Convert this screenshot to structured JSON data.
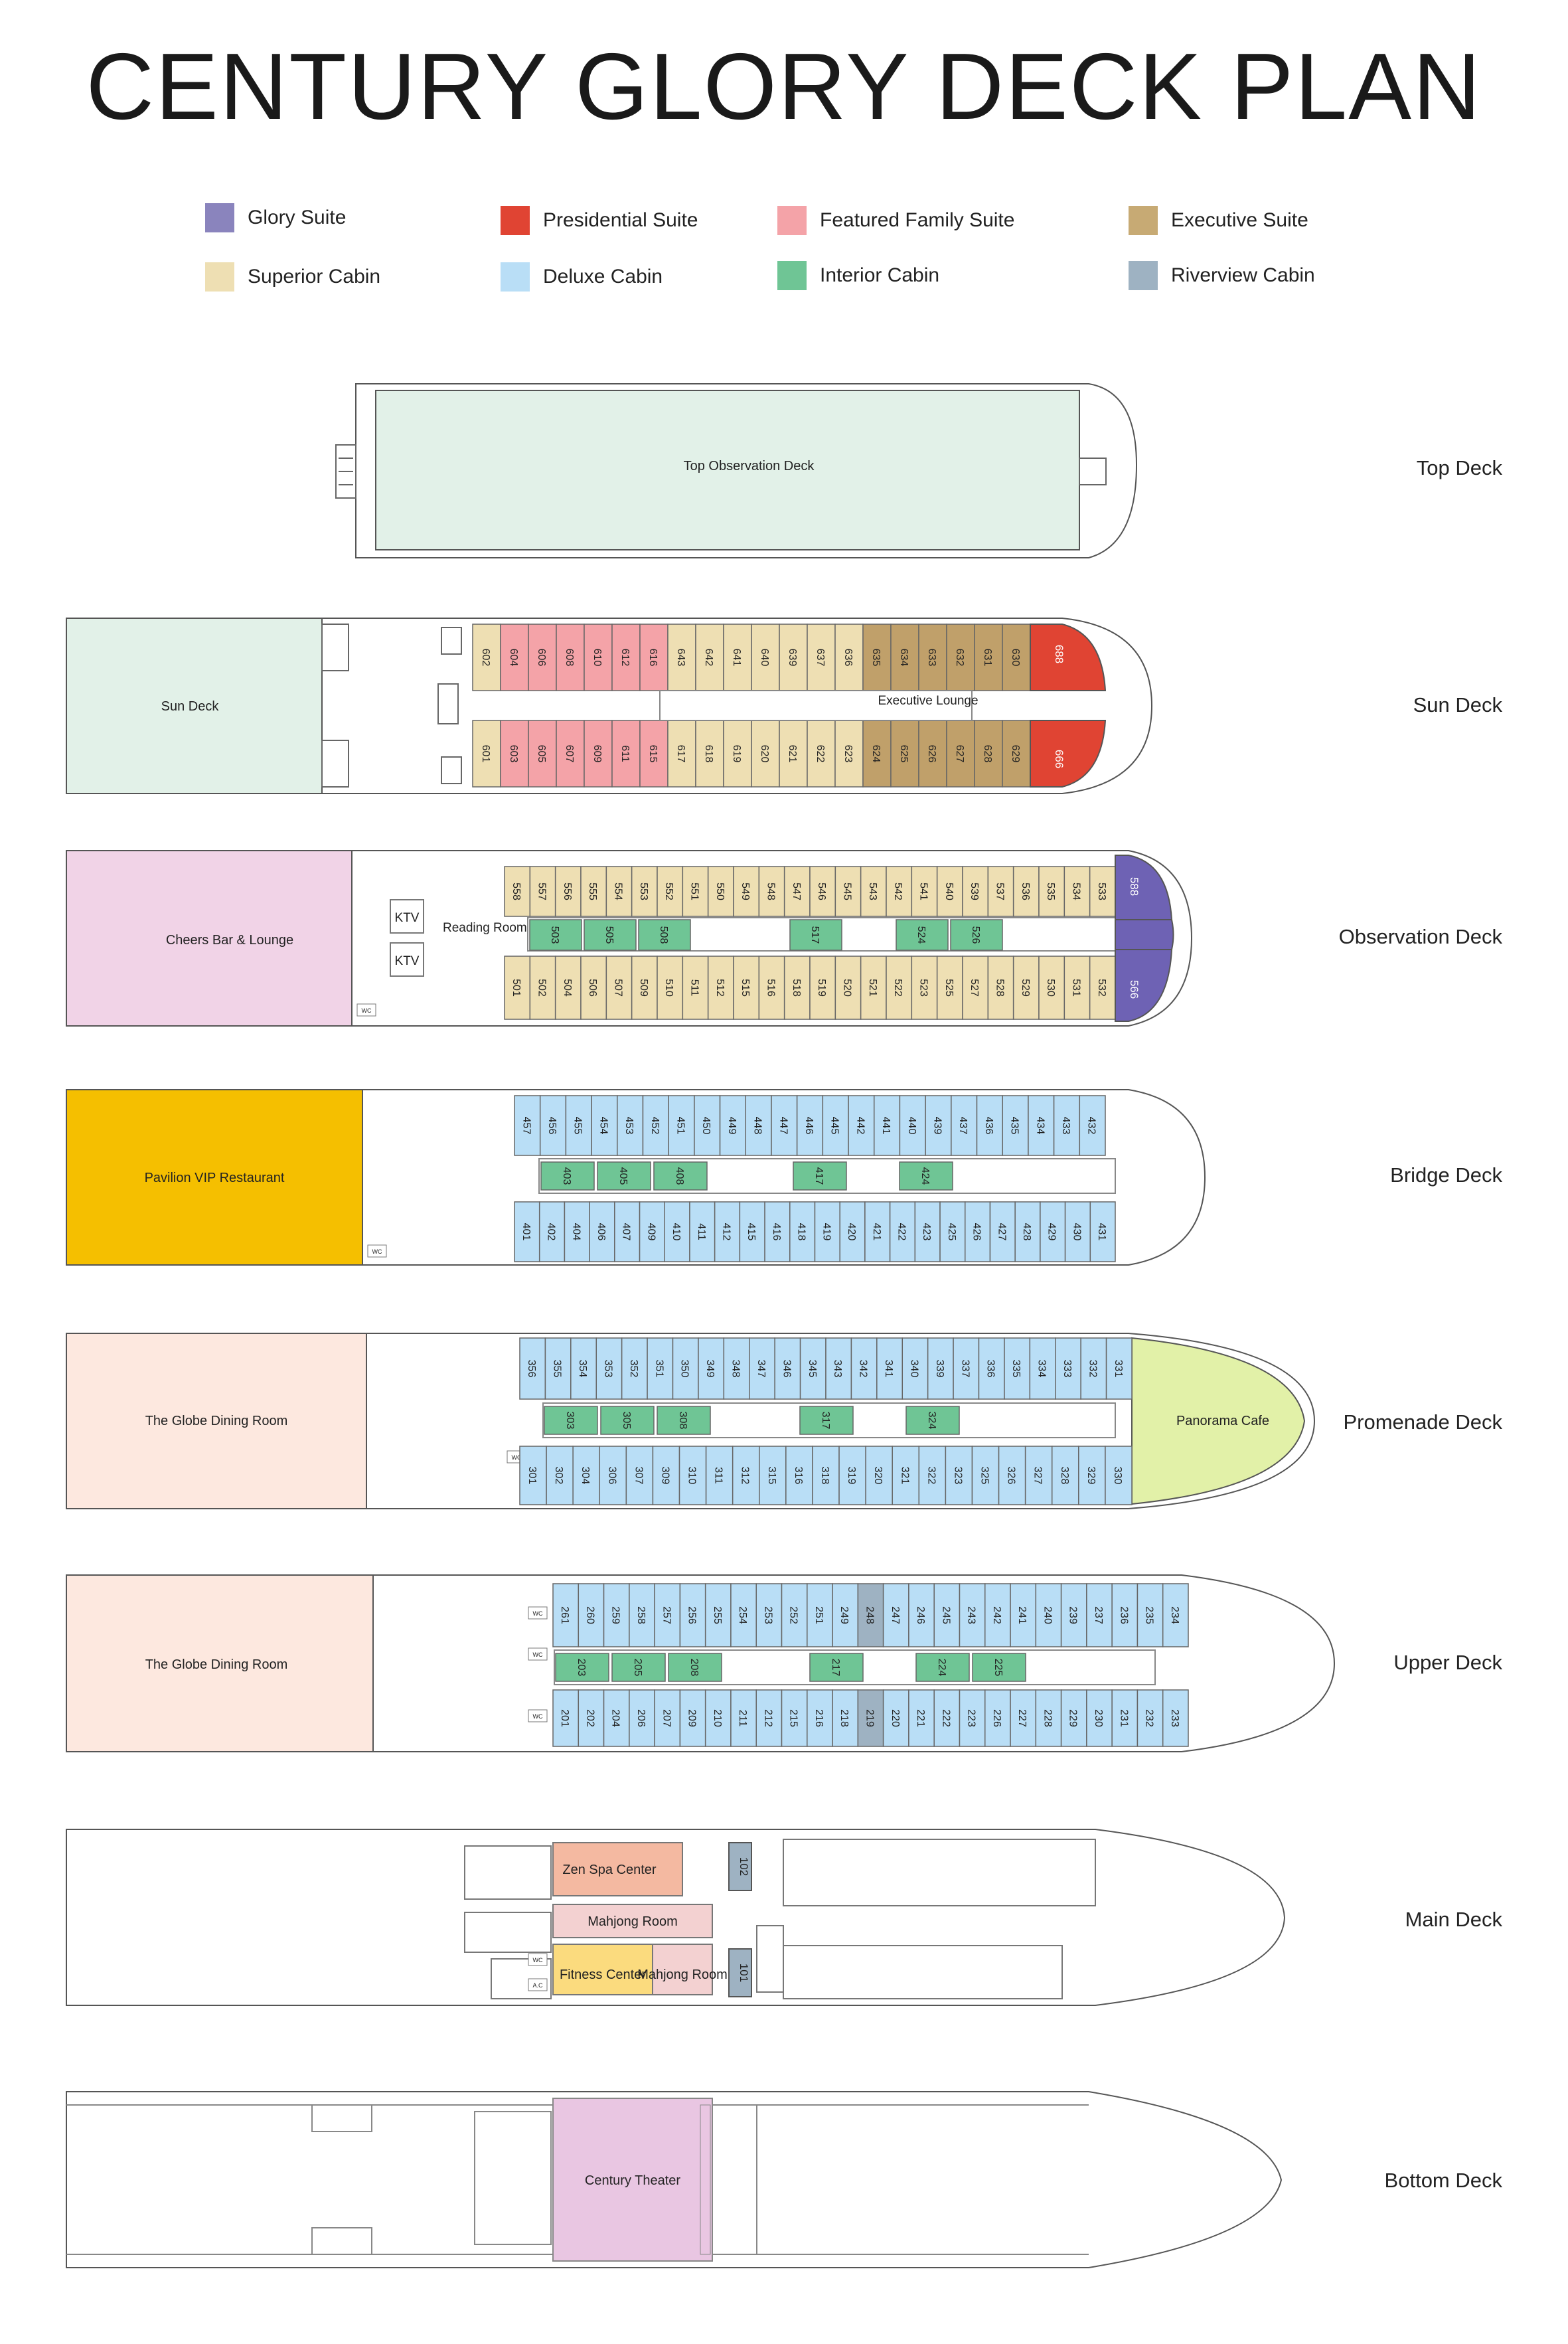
{
  "title": "CENTURY GLORY DECK PLAN",
  "legend": [
    {
      "label": "Glory  Suite",
      "color": "#8a84bd"
    },
    {
      "label": "Presidential Suite",
      "color": "#e04433"
    },
    {
      "label": "Featured Family Suite",
      "color": "#f4a3a8"
    },
    {
      "label": "Executive Suite",
      "color": "#c7aa74"
    },
    {
      "label": "Superior Cabin",
      "color": "#eedfb3"
    },
    {
      "label": "Deluxe Cabin",
      "color": "#b9def6"
    },
    {
      "label": "Interior Cabin",
      "color": "#6fc595"
    },
    {
      "label": "Riverview Cabin",
      "color": "#9eb2c2"
    }
  ],
  "colors": {
    "glory": "#6e62b4",
    "presidential": "#e04433",
    "family": "#f4a3a8",
    "executive": "#c0a06a",
    "superior": "#eedfb3",
    "deluxe": "#b9def6",
    "interior": "#6fc595",
    "riverview": "#9eb2c2",
    "top_obs": "#e2f1e8",
    "sun_deck": "#e2f1e8",
    "cheers": "#f1d3e7",
    "pavilion": "#f5bf00",
    "globe": "#fde8df",
    "panorama": "#e2f1a8",
    "spa": "#f4b9a1",
    "mahjong": "#f3d1d1",
    "fitness": "#fbdb7e",
    "theater": "#e9c6e2",
    "stroke": "#555555"
  },
  "decks": [
    {
      "name": "Top Deck",
      "areas": [
        "Top Observation Deck"
      ]
    },
    {
      "name": "Sun Deck",
      "areas": [
        "Sun Deck",
        "Executive Lounge"
      ],
      "top_cabins": [
        {
          "n": "602",
          "t": "superior"
        },
        {
          "n": "604",
          "t": "family"
        },
        {
          "n": "606",
          "t": "family"
        },
        {
          "n": "608",
          "t": "family"
        },
        {
          "n": "610",
          "t": "family"
        },
        {
          "n": "612",
          "t": "family"
        },
        {
          "n": "616",
          "t": "family"
        },
        {
          "n": "643",
          "t": "superior"
        },
        {
          "n": "642",
          "t": "superior"
        },
        {
          "n": "641",
          "t": "superior"
        },
        {
          "n": "640",
          "t": "superior"
        },
        {
          "n": "639",
          "t": "superior"
        },
        {
          "n": "637",
          "t": "superior"
        },
        {
          "n": "636",
          "t": "superior"
        },
        {
          "n": "635",
          "t": "executive"
        },
        {
          "n": "634",
          "t": "executive"
        },
        {
          "n": "633",
          "t": "executive"
        },
        {
          "n": "632",
          "t": "executive"
        },
        {
          "n": "631",
          "t": "executive"
        },
        {
          "n": "630",
          "t": "executive"
        }
      ],
      "bottom_cabins": [
        {
          "n": "601",
          "t": "superior"
        },
        {
          "n": "603",
          "t": "family"
        },
        {
          "n": "605",
          "t": "family"
        },
        {
          "n": "607",
          "t": "family"
        },
        {
          "n": "609",
          "t": "family"
        },
        {
          "n": "611",
          "t": "family"
        },
        {
          "n": "615",
          "t": "family"
        },
        {
          "n": "617",
          "t": "superior"
        },
        {
          "n": "618",
          "t": "superior"
        },
        {
          "n": "619",
          "t": "superior"
        },
        {
          "n": "620",
          "t": "superior"
        },
        {
          "n": "621",
          "t": "superior"
        },
        {
          "n": "622",
          "t": "superior"
        },
        {
          "n": "623",
          "t": "superior"
        },
        {
          "n": "624",
          "t": "executive"
        },
        {
          "n": "625",
          "t": "executive"
        },
        {
          "n": "626",
          "t": "executive"
        },
        {
          "n": "627",
          "t": "executive"
        },
        {
          "n": "628",
          "t": "executive"
        },
        {
          "n": "629",
          "t": "executive"
        }
      ],
      "bow_top": "688",
      "bow_bottom": "666"
    },
    {
      "name": "Observation Deck",
      "areas": [
        "Cheers Bar & Lounge",
        "KTV",
        "KTV",
        "Reading Room",
        "WC"
      ],
      "top_cabins": [
        {
          "n": "558",
          "t": "superior"
        },
        {
          "n": "557",
          "t": "superior"
        },
        {
          "n": "556",
          "t": "superior"
        },
        {
          "n": "555",
          "t": "superior"
        },
        {
          "n": "554",
          "t": "superior"
        },
        {
          "n": "553",
          "t": "superior"
        },
        {
          "n": "552",
          "t": "superior"
        },
        {
          "n": "551",
          "t": "superior"
        },
        {
          "n": "550",
          "t": "superior"
        },
        {
          "n": "549",
          "t": "superior"
        },
        {
          "n": "548",
          "t": "superior"
        },
        {
          "n": "547",
          "t": "superior"
        },
        {
          "n": "546",
          "t": "superior"
        },
        {
          "n": "545",
          "t": "superior"
        },
        {
          "n": "543",
          "t": "superior"
        },
        {
          "n": "542",
          "t": "superior"
        },
        {
          "n": "541",
          "t": "superior"
        },
        {
          "n": "540",
          "t": "superior"
        },
        {
          "n": "539",
          "t": "superior"
        },
        {
          "n": "537",
          "t": "superior"
        },
        {
          "n": "536",
          "t": "superior"
        },
        {
          "n": "535",
          "t": "superior"
        },
        {
          "n": "534",
          "t": "superior"
        },
        {
          "n": "533",
          "t": "superior"
        }
      ],
      "bottom_cabins": [
        {
          "n": "501",
          "t": "superior"
        },
        {
          "n": "502",
          "t": "superior"
        },
        {
          "n": "504",
          "t": "superior"
        },
        {
          "n": "506",
          "t": "superior"
        },
        {
          "n": "507",
          "t": "superior"
        },
        {
          "n": "509",
          "t": "superior"
        },
        {
          "n": "510",
          "t": "superior"
        },
        {
          "n": "511",
          "t": "superior"
        },
        {
          "n": "512",
          "t": "superior"
        },
        {
          "n": "515",
          "t": "superior"
        },
        {
          "n": "516",
          "t": "superior"
        },
        {
          "n": "518",
          "t": "superior"
        },
        {
          "n": "519",
          "t": "superior"
        },
        {
          "n": "520",
          "t": "superior"
        },
        {
          "n": "521",
          "t": "superior"
        },
        {
          "n": "522",
          "t": "superior"
        },
        {
          "n": "523",
          "t": "superior"
        },
        {
          "n": "525",
          "t": "superior"
        },
        {
          "n": "527",
          "t": "superior"
        },
        {
          "n": "528",
          "t": "superior"
        },
        {
          "n": "529",
          "t": "superior"
        },
        {
          "n": "530",
          "t": "superior"
        },
        {
          "n": "531",
          "t": "superior"
        },
        {
          "n": "532",
          "t": "superior"
        }
      ],
      "interior": [
        "503",
        "505",
        "508",
        "517",
        "524",
        "526"
      ],
      "bow_top": "588",
      "bow_bottom": "566"
    },
    {
      "name": "Bridge Deck",
      "areas": [
        "Pavilion VIP Restaurant",
        "WC"
      ],
      "top_cabins": [
        {
          "n": "457",
          "t": "deluxe"
        },
        {
          "n": "456",
          "t": "deluxe"
        },
        {
          "n": "455",
          "t": "deluxe"
        },
        {
          "n": "454",
          "t": "deluxe"
        },
        {
          "n": "453",
          "t": "deluxe"
        },
        {
          "n": "452",
          "t": "deluxe"
        },
        {
          "n": "451",
          "t": "deluxe"
        },
        {
          "n": "450",
          "t": "deluxe"
        },
        {
          "n": "449",
          "t": "deluxe"
        },
        {
          "n": "448",
          "t": "deluxe"
        },
        {
          "n": "447",
          "t": "deluxe"
        },
        {
          "n": "446",
          "t": "deluxe"
        },
        {
          "n": "445",
          "t": "deluxe"
        },
        {
          "n": "442",
          "t": "deluxe"
        },
        {
          "n": "441",
          "t": "deluxe"
        },
        {
          "n": "440",
          "t": "deluxe"
        },
        {
          "n": "439",
          "t": "deluxe"
        },
        {
          "n": "437",
          "t": "deluxe"
        },
        {
          "n": "436",
          "t": "deluxe"
        },
        {
          "n": "435",
          "t": "deluxe"
        },
        {
          "n": "434",
          "t": "deluxe"
        },
        {
          "n": "433",
          "t": "deluxe"
        },
        {
          "n": "432",
          "t": "deluxe"
        }
      ],
      "bottom_cabins": [
        {
          "n": "401",
          "t": "deluxe"
        },
        {
          "n": "402",
          "t": "deluxe"
        },
        {
          "n": "404",
          "t": "deluxe"
        },
        {
          "n": "406",
          "t": "deluxe"
        },
        {
          "n": "407",
          "t": "deluxe"
        },
        {
          "n": "409",
          "t": "deluxe"
        },
        {
          "n": "410",
          "t": "deluxe"
        },
        {
          "n": "411",
          "t": "deluxe"
        },
        {
          "n": "412",
          "t": "deluxe"
        },
        {
          "n": "415",
          "t": "deluxe"
        },
        {
          "n": "416",
          "t": "deluxe"
        },
        {
          "n": "418",
          "t": "deluxe"
        },
        {
          "n": "419",
          "t": "deluxe"
        },
        {
          "n": "420",
          "t": "deluxe"
        },
        {
          "n": "421",
          "t": "deluxe"
        },
        {
          "n": "422",
          "t": "deluxe"
        },
        {
          "n": "423",
          "t": "deluxe"
        },
        {
          "n": "425",
          "t": "deluxe"
        },
        {
          "n": "426",
          "t": "deluxe"
        },
        {
          "n": "427",
          "t": "deluxe"
        },
        {
          "n": "428",
          "t": "deluxe"
        },
        {
          "n": "429",
          "t": "deluxe"
        },
        {
          "n": "430",
          "t": "deluxe"
        },
        {
          "n": "431",
          "t": "deluxe"
        }
      ],
      "interior": [
        "403",
        "405",
        "408",
        "417",
        "424"
      ]
    },
    {
      "name": "Promenade Deck",
      "areas": [
        "The Globe Dining Room",
        "Panorama Cafe",
        "WC"
      ],
      "top_cabins": [
        {
          "n": "356",
          "t": "deluxe"
        },
        {
          "n": "355",
          "t": "deluxe"
        },
        {
          "n": "354",
          "t": "deluxe"
        },
        {
          "n": "353",
          "t": "deluxe"
        },
        {
          "n": "352",
          "t": "deluxe"
        },
        {
          "n": "351",
          "t": "deluxe"
        },
        {
          "n": "350",
          "t": "deluxe"
        },
        {
          "n": "349",
          "t": "deluxe"
        },
        {
          "n": "348",
          "t": "deluxe"
        },
        {
          "n": "347",
          "t": "deluxe"
        },
        {
          "n": "346",
          "t": "deluxe"
        },
        {
          "n": "345",
          "t": "deluxe"
        },
        {
          "n": "343",
          "t": "deluxe"
        },
        {
          "n": "342",
          "t": "deluxe"
        },
        {
          "n": "341",
          "t": "deluxe"
        },
        {
          "n": "340",
          "t": "deluxe"
        },
        {
          "n": "339",
          "t": "deluxe"
        },
        {
          "n": "337",
          "t": "deluxe"
        },
        {
          "n": "336",
          "t": "deluxe"
        },
        {
          "n": "335",
          "t": "deluxe"
        },
        {
          "n": "334",
          "t": "deluxe"
        },
        {
          "n": "333",
          "t": "deluxe"
        },
        {
          "n": "332",
          "t": "deluxe"
        },
        {
          "n": "331",
          "t": "deluxe"
        }
      ],
      "bottom_cabins": [
        {
          "n": "301",
          "t": "deluxe"
        },
        {
          "n": "302",
          "t": "deluxe"
        },
        {
          "n": "304",
          "t": "deluxe"
        },
        {
          "n": "306",
          "t": "deluxe"
        },
        {
          "n": "307",
          "t": "deluxe"
        },
        {
          "n": "309",
          "t": "deluxe"
        },
        {
          "n": "310",
          "t": "deluxe"
        },
        {
          "n": "311",
          "t": "deluxe"
        },
        {
          "n": "312",
          "t": "deluxe"
        },
        {
          "n": "315",
          "t": "deluxe"
        },
        {
          "n": "316",
          "t": "deluxe"
        },
        {
          "n": "318",
          "t": "deluxe"
        },
        {
          "n": "319",
          "t": "deluxe"
        },
        {
          "n": "320",
          "t": "deluxe"
        },
        {
          "n": "321",
          "t": "deluxe"
        },
        {
          "n": "322",
          "t": "deluxe"
        },
        {
          "n": "323",
          "t": "deluxe"
        },
        {
          "n": "325",
          "t": "deluxe"
        },
        {
          "n": "326",
          "t": "deluxe"
        },
        {
          "n": "327",
          "t": "deluxe"
        },
        {
          "n": "328",
          "t": "deluxe"
        },
        {
          "n": "329",
          "t": "deluxe"
        },
        {
          "n": "330",
          "t": "deluxe"
        }
      ],
      "interior": [
        "303",
        "305",
        "308",
        "317",
        "324"
      ]
    },
    {
      "name": "Upper Deck",
      "areas": [
        "The Globe Dining Room",
        "WC",
        "WC",
        "WC"
      ],
      "top_cabins": [
        {
          "n": "261",
          "t": "deluxe"
        },
        {
          "n": "260",
          "t": "deluxe"
        },
        {
          "n": "259",
          "t": "deluxe"
        },
        {
          "n": "258",
          "t": "deluxe"
        },
        {
          "n": "257",
          "t": "deluxe"
        },
        {
          "n": "256",
          "t": "deluxe"
        },
        {
          "n": "255",
          "t": "deluxe"
        },
        {
          "n": "254",
          "t": "deluxe"
        },
        {
          "n": "253",
          "t": "deluxe"
        },
        {
          "n": "252",
          "t": "deluxe"
        },
        {
          "n": "251",
          "t": "deluxe"
        },
        {
          "n": "249",
          "t": "deluxe"
        },
        {
          "n": "248",
          "t": "riverview"
        },
        {
          "n": "247",
          "t": "deluxe"
        },
        {
          "n": "246",
          "t": "deluxe"
        },
        {
          "n": "245",
          "t": "deluxe"
        },
        {
          "n": "243",
          "t": "deluxe"
        },
        {
          "n": "242",
          "t": "deluxe"
        },
        {
          "n": "241",
          "t": "deluxe"
        },
        {
          "n": "240",
          "t": "deluxe"
        },
        {
          "n": "239",
          "t": "deluxe"
        },
        {
          "n": "237",
          "t": "deluxe"
        },
        {
          "n": "236",
          "t": "deluxe"
        },
        {
          "n": "235",
          "t": "deluxe"
        },
        {
          "n": "234",
          "t": "deluxe"
        }
      ],
      "bottom_cabins": [
        {
          "n": "201",
          "t": "deluxe"
        },
        {
          "n": "202",
          "t": "deluxe"
        },
        {
          "n": "204",
          "t": "deluxe"
        },
        {
          "n": "206",
          "t": "deluxe"
        },
        {
          "n": "207",
          "t": "deluxe"
        },
        {
          "n": "209",
          "t": "deluxe"
        },
        {
          "n": "210",
          "t": "deluxe"
        },
        {
          "n": "211",
          "t": "deluxe"
        },
        {
          "n": "212",
          "t": "deluxe"
        },
        {
          "n": "215",
          "t": "deluxe"
        },
        {
          "n": "216",
          "t": "deluxe"
        },
        {
          "n": "218",
          "t": "deluxe"
        },
        {
          "n": "219",
          "t": "riverview"
        },
        {
          "n": "220",
          "t": "deluxe"
        },
        {
          "n": "221",
          "t": "deluxe"
        },
        {
          "n": "222",
          "t": "deluxe"
        },
        {
          "n": "223",
          "t": "deluxe"
        },
        {
          "n": "226",
          "t": "deluxe"
        },
        {
          "n": "227",
          "t": "deluxe"
        },
        {
          "n": "228",
          "t": "deluxe"
        },
        {
          "n": "229",
          "t": "deluxe"
        },
        {
          "n": "230",
          "t": "deluxe"
        },
        {
          "n": "231",
          "t": "deluxe"
        },
        {
          "n": "232",
          "t": "deluxe"
        },
        {
          "n": "233",
          "t": "deluxe"
        }
      ],
      "interior": [
        "203",
        "205",
        "208",
        "217",
        "224",
        "225"
      ]
    },
    {
      "name": "Main Deck",
      "areas": [
        "Zen Spa Center",
        "Mahjong Room",
        "Fitness Center",
        "Mahjong Room",
        "WC",
        "A.C"
      ],
      "riverview": [
        "102",
        "101"
      ]
    },
    {
      "name": "Bottom Deck",
      "areas": [
        "Century Theater"
      ]
    }
  ]
}
